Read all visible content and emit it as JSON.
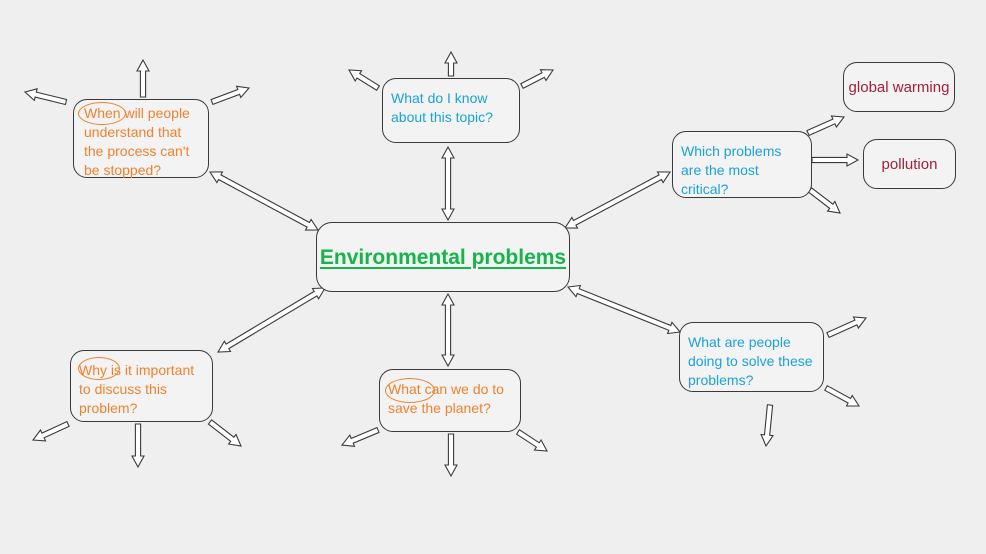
{
  "diagram": {
    "central": "Environmental problems",
    "questions": {
      "know": "What do I know about this topic?",
      "critical": "Which problems are the most critical?",
      "when": "When will people understand that the process can't be stopped?",
      "why": "Why is it important to discuss this problem?",
      "what_do": "What can we do to save the planet?",
      "what_people": "What are people doing to solve these problems?"
    },
    "problems": {
      "global_warming": "global warming",
      "pollution": "pollution"
    }
  },
  "colors": {
    "central_text": "#14b54a",
    "blue_text": "#1aa3d9",
    "orange_text": "#f0822e",
    "red_text": "#a3203a",
    "arrow_fill": "#ffffff",
    "arrow_stroke": "#3a3a3a"
  }
}
